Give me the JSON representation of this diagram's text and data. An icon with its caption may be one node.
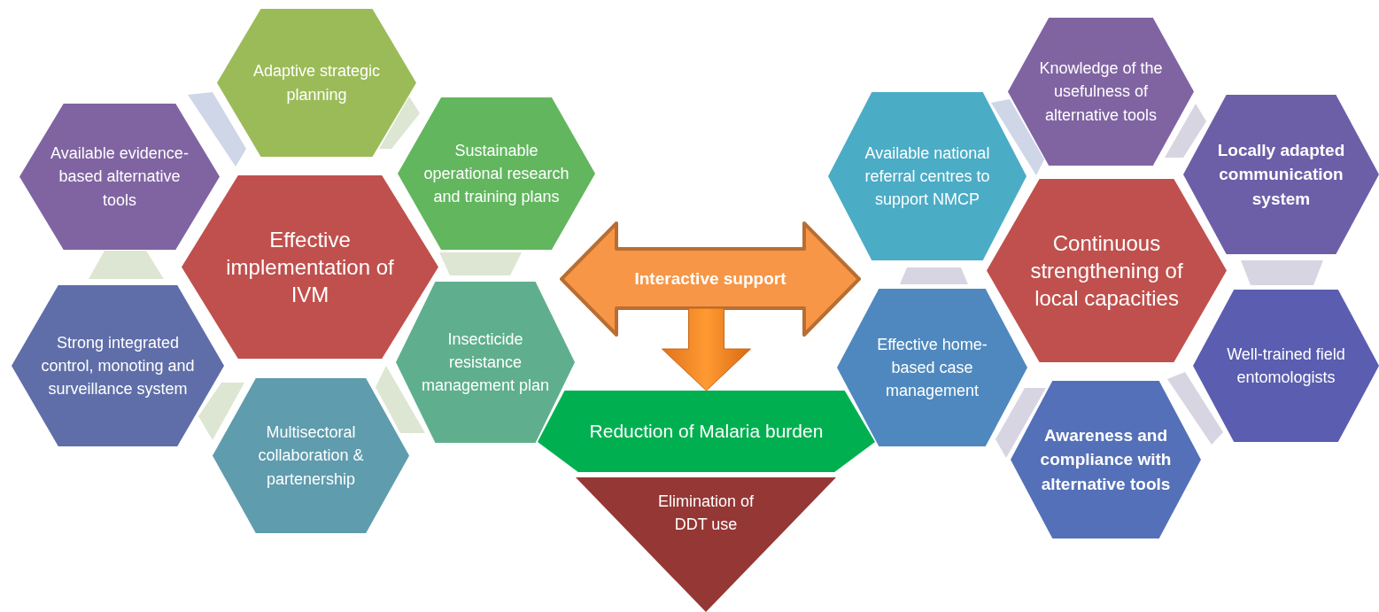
{
  "diagram": {
    "nodes": [
      {
        "text": [
          "Adaptive strategic planning"
        ]
      },
      {
        "text": [
          "Available evidence-based alternative tools"
        ]
      },
      {
        "text": [
          "Effective implementation of IVM"
        ]
      },
      {
        "text": [
          "Sustainable operational research and training plans"
        ]
      },
      {
        "text": [
          "Strong integrated control, monoting and surveillance system"
        ]
      },
      {
        "text": [
          "Insecticide resistance management plan"
        ]
      },
      {
        "text": [
          "Multisectoral collaboration & partenership"
        ]
      },
      {
        "text": [
          "Interactive support"
        ]
      },
      {
        "text": [
          "Reduction of Malaria burden"
        ]
      },
      {
        "text": [
          "Elimination of DDT use"
        ]
      },
      {
        "text": [
          "Knowledge of the usefulness of alternative tools"
        ]
      },
      {
        "text": [
          "Available national referral centres to support NMCP"
        ]
      },
      {
        "text": [
          "Locally adapted communication system"
        ]
      },
      {
        "text": [
          "Continuous strengthening of local capacities"
        ]
      },
      {
        "text": [
          "Effective home-based case management"
        ]
      },
      {
        "text": [
          "Well-trained field entomologists"
        ]
      },
      {
        "text": [
          "Awareness and compliance with alternative tools"
        ]
      }
    ],
    "edges": [
      {
        "from": 7,
        "to": 8,
        "arrow": "to",
        "style": "thick"
      }
    ]
  }
}
